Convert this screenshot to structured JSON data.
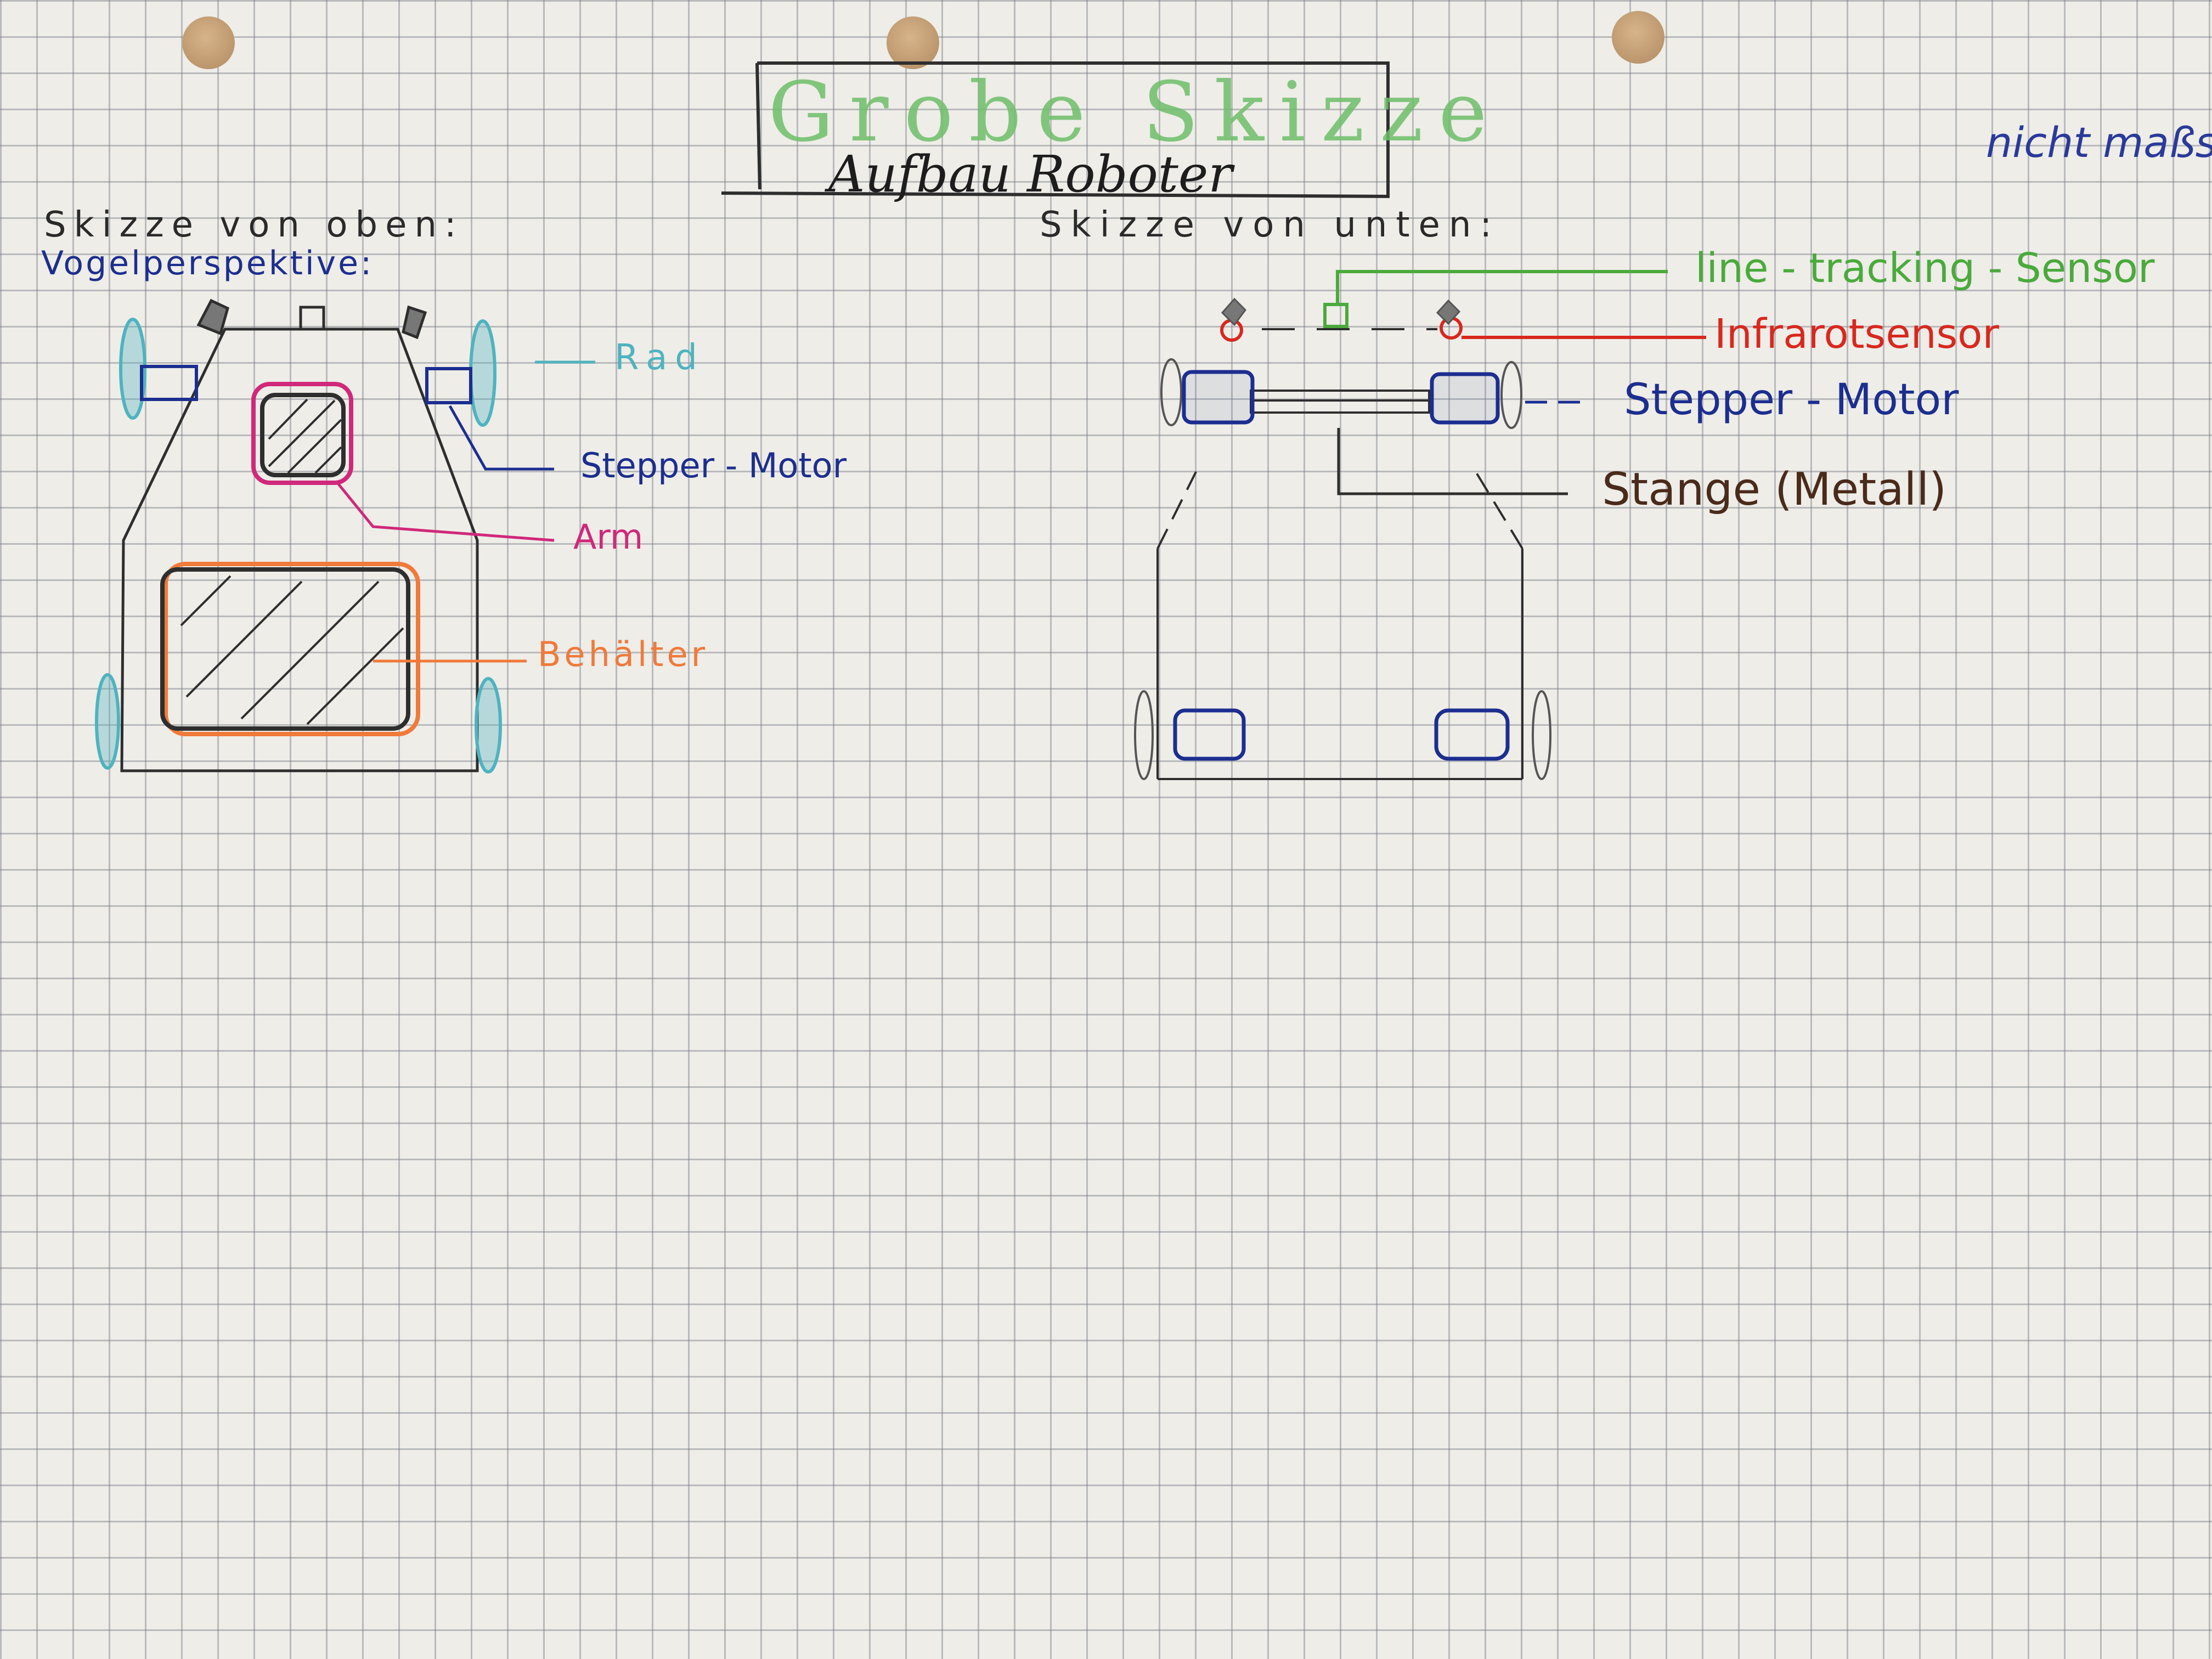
{
  "title": {
    "main": "Grobe Skizze",
    "sub": "Aufbau Roboter"
  },
  "note_right": "nicht maßs",
  "top_view": {
    "heading": "Skizze von oben:",
    "subheading": "Vogelperspektive:",
    "labels": {
      "wheel": "Rad",
      "stepper_motor": "Stepper - Motor",
      "arm": "Arm",
      "container": "Behälter"
    }
  },
  "bottom_view": {
    "heading": "Skizze von unten:",
    "labels": {
      "line_sensor": "line - tracking - Sensor",
      "infrared": "Infrarotsensor",
      "stepper_motor": "Stepper - Motor",
      "rod": "Stange (Metall)"
    }
  },
  "colors": {
    "pencil": "#2e2e2e",
    "title_green": "#6fbf6a",
    "teal": "#4fb3bf",
    "navy": "#1c2e8f",
    "magenta": "#d0287a",
    "orange": "#f07a3a",
    "green": "#4aaa3c",
    "red": "#d8281e",
    "brown": "#4a2a1a"
  }
}
